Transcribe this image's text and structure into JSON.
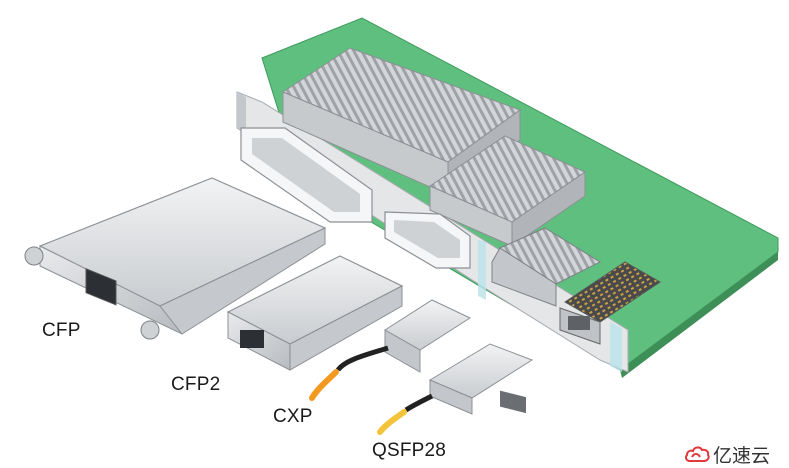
{
  "labels": {
    "cfp": "CFP",
    "cfp2": "CFP2",
    "cxp": "CXP",
    "qsfp28": "QSFP28"
  },
  "watermark": {
    "text": "亿速云",
    "icon": "cloud-logo-icon",
    "color": "#e0393e"
  },
  "colors": {
    "pcb": "#5fbf7e",
    "metal": "#d9dcdf",
    "metal_dark": "#a9adb1",
    "cable_orange": "#f29a1f",
    "cable_yellow": "#f3c43a"
  }
}
